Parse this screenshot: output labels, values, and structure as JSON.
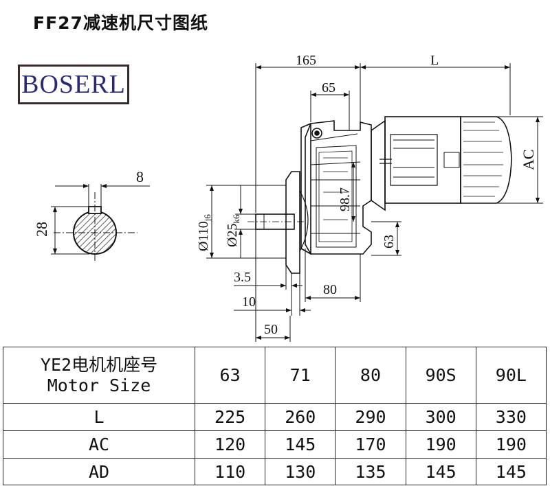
{
  "title": "FF27减速机尺寸图纸",
  "logo": "BOSERL",
  "dims": {
    "d165": "165",
    "dL": "L",
    "d65": "65",
    "dAC": "AC",
    "d8": "8",
    "d28": "28",
    "d987": "98.7",
    "d110": "Ø110",
    "d110tol": "j6",
    "d25": "Ø25",
    "d25tol": "k6",
    "d63": "63",
    "d35": "3.5",
    "d10": "10",
    "d80": "80",
    "d50": "50"
  },
  "table": {
    "header_line1": "YE2电机机座号",
    "header_line2": "Motor Size",
    "columns": [
      "63",
      "71",
      "80",
      "90S",
      "90L"
    ],
    "rows": [
      {
        "label": "L",
        "values": [
          "225",
          "260",
          "290",
          "300",
          "330"
        ]
      },
      {
        "label": "AC",
        "values": [
          "120",
          "145",
          "170",
          "190",
          "190"
        ]
      },
      {
        "label": "AD",
        "values": [
          "110",
          "130",
          "135",
          "145",
          "145"
        ]
      }
    ]
  }
}
